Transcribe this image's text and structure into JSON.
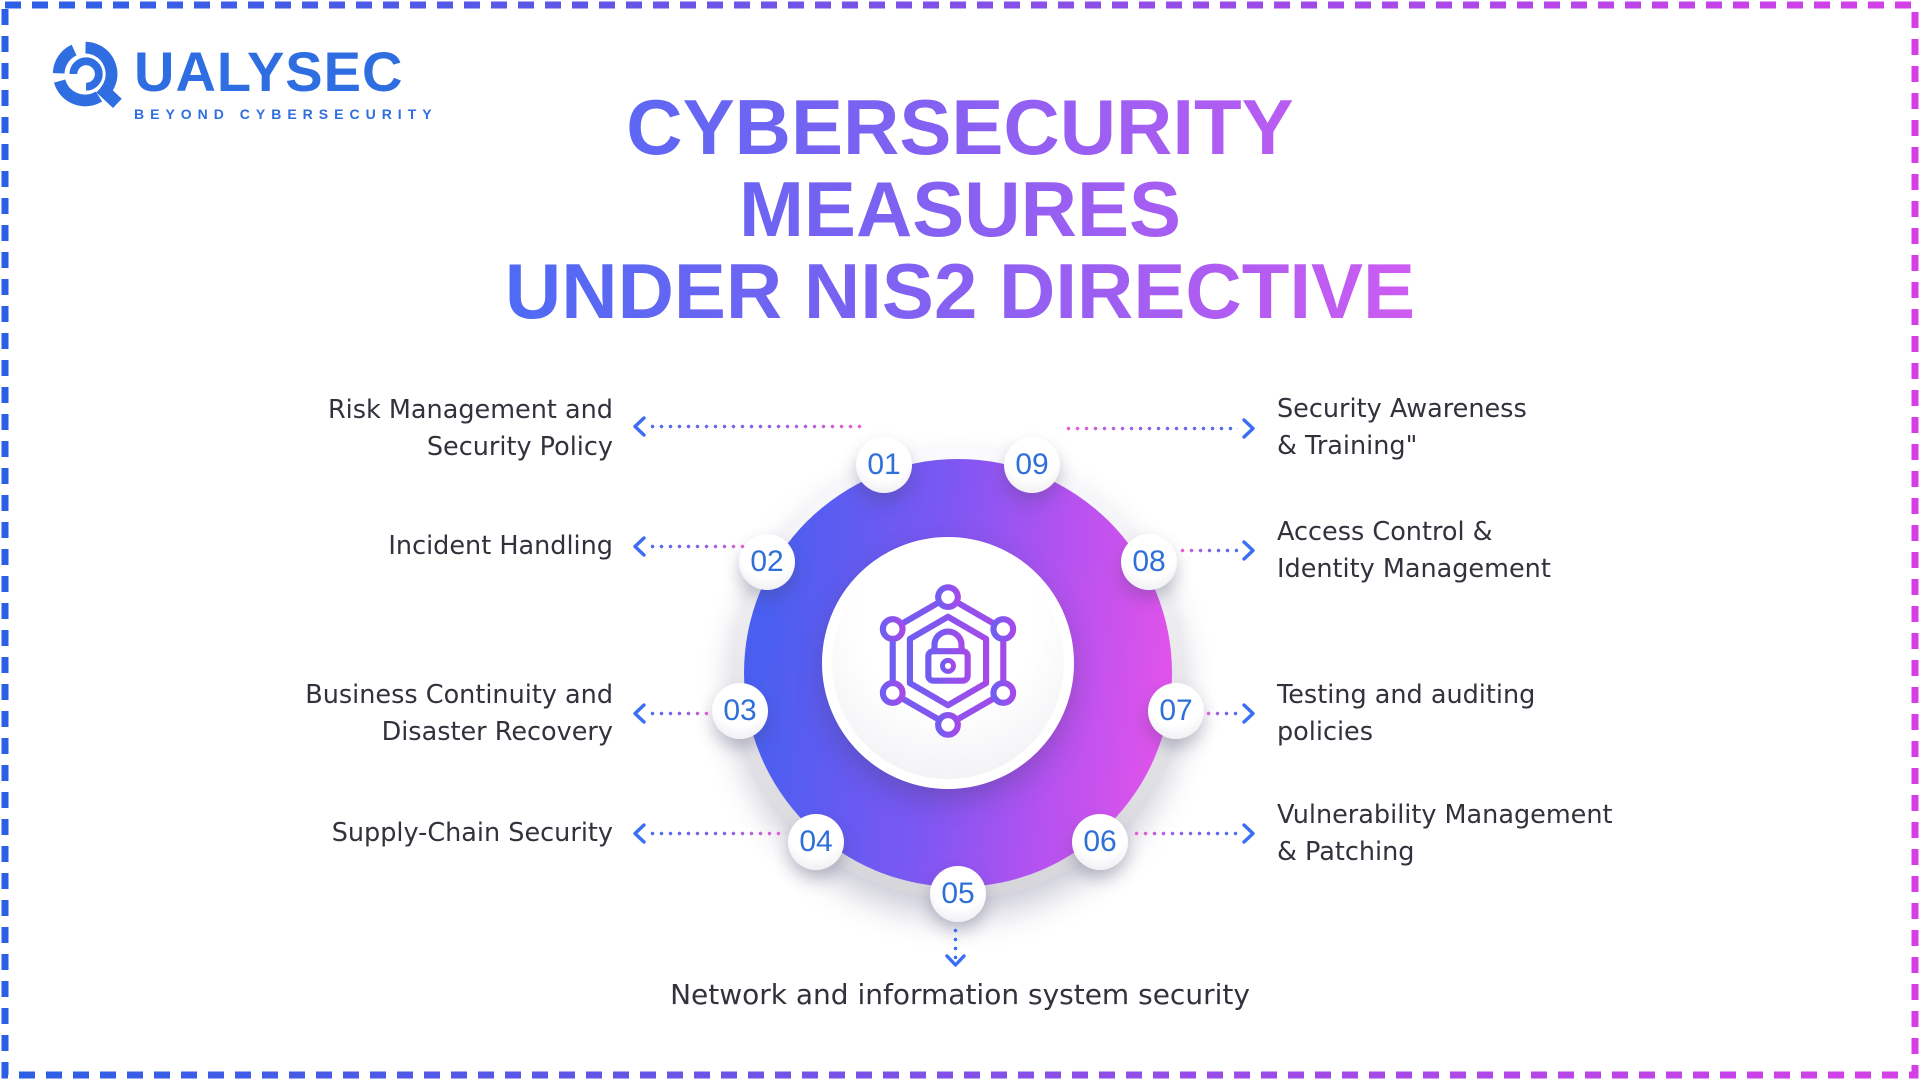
{
  "logo": {
    "brand": "UALYSEC",
    "tagline": "BEYOND CYBERSECURITY"
  },
  "title": {
    "line1": "CYBERSECURITY",
    "line2": "MEASURES",
    "line3": "UNDER NIS2 DIRECTIVE"
  },
  "center_icon": "hexagon-network-lock",
  "items": [
    {
      "number": "01",
      "label": "Risk Management and\nSecurity Policy",
      "side": "left"
    },
    {
      "number": "02",
      "label": "Incident Handling",
      "side": "left"
    },
    {
      "number": "03",
      "label": "Business Continuity and\nDisaster Recovery",
      "side": "left"
    },
    {
      "number": "04",
      "label": "Supply-Chain Security",
      "side": "left"
    },
    {
      "number": "05",
      "label": "Network and information system security",
      "side": "bottom"
    },
    {
      "number": "06",
      "label": "Vulnerability Management\n& Patching",
      "side": "right"
    },
    {
      "number": "07",
      "label": "Testing and auditing\npolicies",
      "side": "right"
    },
    {
      "number": "08",
      "label": "Access Control &\nIdentity Management",
      "side": "right"
    },
    {
      "number": "09",
      "label": "Security Awareness\n& Training\"",
      "side": "right"
    }
  ],
  "colors": {
    "logo_blue": "#2e6ee0",
    "badge_number_blue": "#2e6fd8",
    "ring_gradient_start": "#4a5ff0",
    "ring_gradient_end": "#e153ea",
    "title_gradient_start": "#3b6ef5",
    "title_gradient_end": "#fb5df2",
    "label_text": "#32323c",
    "border_dash_blue": "#2b5fe6",
    "border_dash_pink": "#d63fe8",
    "connector_blue": "#4b6ef0",
    "connector_pink": "#ef5fcf"
  }
}
